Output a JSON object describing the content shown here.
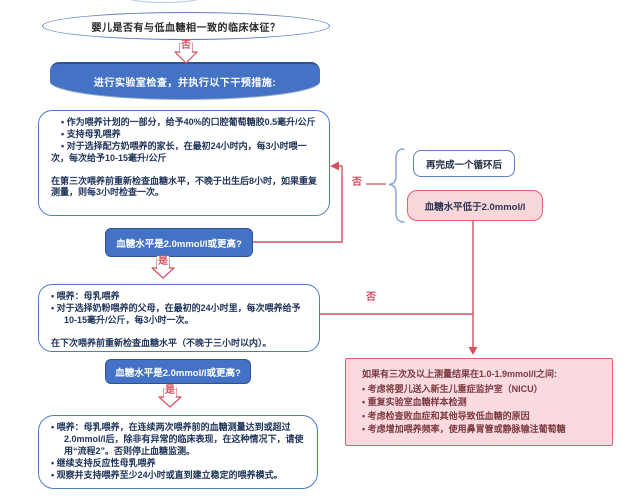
{
  "diagram": {
    "start_question": "婴儿是否有与低血糖相一致的临床体征？",
    "no_label": "否",
    "yes_label": "是",
    "banner": "进行实验室检查，并执行以下干预措施:",
    "intervention_box": {
      "bullets": [
        "作为喂养计划的一部分，给予40%的口腔葡萄糖胶0.5毫升/公斤",
        "支持母乳喂养",
        "对于选择配方奶喂养的家长，在最初24小时内，每3小时喂一次，每次给予10-15毫升/公斤"
      ],
      "footer": "在第三次喂养前重新检查血糖水平，不晚于出生后8小时，如果重复测量，则每3小时检查一次。"
    },
    "question1": "血糖水平是2.0mmol/l或更高?",
    "feeding_box": {
      "bullets": [
        "喂养：母乳喂养",
        "对于选择奶粉喂养的父母，在最初的24小时里，每次喂养给予10-15毫升/公斤，每3小时一次。"
      ],
      "footer": "在下次喂养前重新检查血糖水平（不晚于三小时以内）。"
    },
    "question2": "血糖水平是2.0mmol/l或更高?",
    "outcome_box": {
      "bullets": [
        "喂养：母乳喂养，在连续两次喂养前的血糖测量达到或超过2.0mmol/l后，除非有异常的临床表现，在这种情况下，请使用“流程2”。否则停止血糖监测。",
        "继续支持反应性母乳喂养",
        "观察并支持喂养至少24小时或直到建立稳定的喂养模式。"
      ]
    },
    "cycle_box": "再完成一个循环后",
    "low_glucose_box": "血糖水平低于2.0mmol/l",
    "alert_box": {
      "title": "如果有三次及以上测量结果在1.0-1.9mmol/l之间:",
      "bullets": [
        "考虑将婴儿送入新生儿重症监护室（NICU）",
        "重复实验室血糖样本检测",
        "考虑检查败血症和其他导致低血糖的原因",
        "考虑增加喂养频率，使用鼻胃管或静脉输注葡萄糖"
      ]
    },
    "colors": {
      "node_blue_fill": "#4472c4",
      "node_blue_border": "#2e5395",
      "box_border_blue": "#4d79c7",
      "connector_red": "#d5505e",
      "pink_fill": "#f8d7da",
      "pink_border": "#e3606e",
      "brace_blue": "#8ca6d9",
      "text_navy": "#21355a",
      "text_maroon": "#7c3a40"
    }
  }
}
